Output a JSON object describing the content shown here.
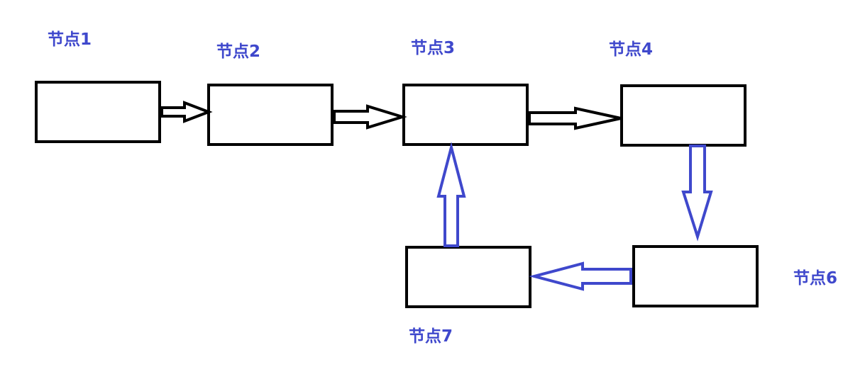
{
  "diagram": {
    "type": "linked-list-with-cycle",
    "colors": {
      "label": "#3f48cc",
      "box_border": "#000000",
      "black_arrow": "#000000",
      "blue_arrow": "#3f48cc",
      "background": "#ffffff"
    },
    "nodes": [
      {
        "id": "node1",
        "label": "节点1"
      },
      {
        "id": "node2",
        "label": "节点2"
      },
      {
        "id": "node3",
        "label": "节点3"
      },
      {
        "id": "node4",
        "label": "节点4"
      },
      {
        "id": "node6",
        "label": "节点6"
      },
      {
        "id": "node7",
        "label": "节点7"
      }
    ],
    "edges": [
      {
        "from": "node1",
        "to": "node2",
        "color": "black"
      },
      {
        "from": "node2",
        "to": "node3",
        "color": "black"
      },
      {
        "from": "node3",
        "to": "node4",
        "color": "black"
      },
      {
        "from": "node4",
        "to": "node6",
        "color": "blue"
      },
      {
        "from": "node6",
        "to": "node7",
        "color": "blue"
      },
      {
        "from": "node7",
        "to": "node3",
        "color": "blue"
      }
    ]
  }
}
